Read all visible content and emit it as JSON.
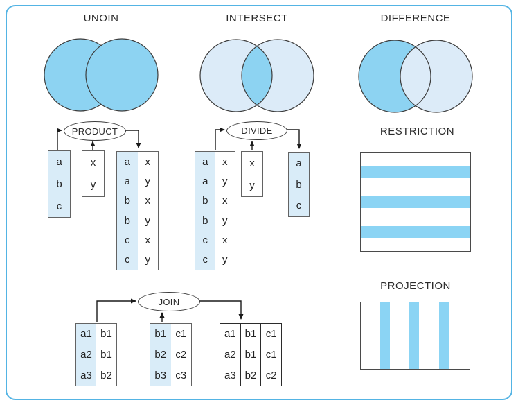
{
  "colors": {
    "accent_medium_blue": "#8dd3f2",
    "accent_light_blue": "#dcebf8",
    "table_column_blue": "#d9ecf8",
    "stripe_blue": "#8bd4f4",
    "frame_border_blue": "#54b4e4",
    "line_color": "#2b2b2b"
  },
  "sections": {
    "union": {
      "title": "UNOIN"
    },
    "intersect": {
      "title": "INTERSECT"
    },
    "difference": {
      "title": "DIFFERENCE"
    },
    "restriction": {
      "title": "RESTRICTION"
    },
    "projection": {
      "title": "PROJECTION"
    },
    "product": {
      "label": "PRODUCT",
      "left": [
        "a",
        "b",
        "c"
      ],
      "middle": [
        "x",
        "y"
      ],
      "result": {
        "col1": [
          "a",
          "a",
          "b",
          "b",
          "c",
          "c"
        ],
        "col2": [
          "x",
          "y",
          "x",
          "y",
          "x",
          "y"
        ]
      }
    },
    "divide": {
      "label": "DIVIDE",
      "left": {
        "col1": [
          "a",
          "a",
          "b",
          "b",
          "c",
          "c"
        ],
        "col2": [
          "x",
          "y",
          "x",
          "y",
          "x",
          "y"
        ]
      },
      "middle": [
        "x",
        "y"
      ],
      "result": [
        "a",
        "b",
        "c"
      ]
    },
    "join": {
      "label": "JOIN",
      "left": {
        "col1": [
          "a1",
          "a2",
          "a3"
        ],
        "col2": [
          "b1",
          "b1",
          "b2"
        ]
      },
      "middle": {
        "col1": [
          "b1",
          "b2",
          "b3"
        ],
        "col2": [
          "c1",
          "c2",
          "c3"
        ]
      },
      "result": {
        "col1": [
          "a1",
          "a2",
          "a3"
        ],
        "col2": [
          "b1",
          "b1",
          "b2"
        ],
        "col3": [
          "c1",
          "c1",
          "c2"
        ]
      }
    }
  }
}
